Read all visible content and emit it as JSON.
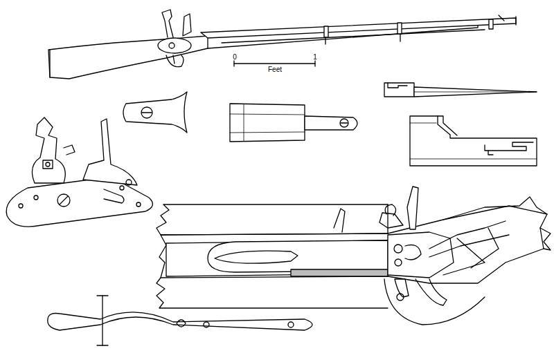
{
  "diagram": {
    "labels": [
      "0",
      "1",
      "Feet"
    ]
  }
}
